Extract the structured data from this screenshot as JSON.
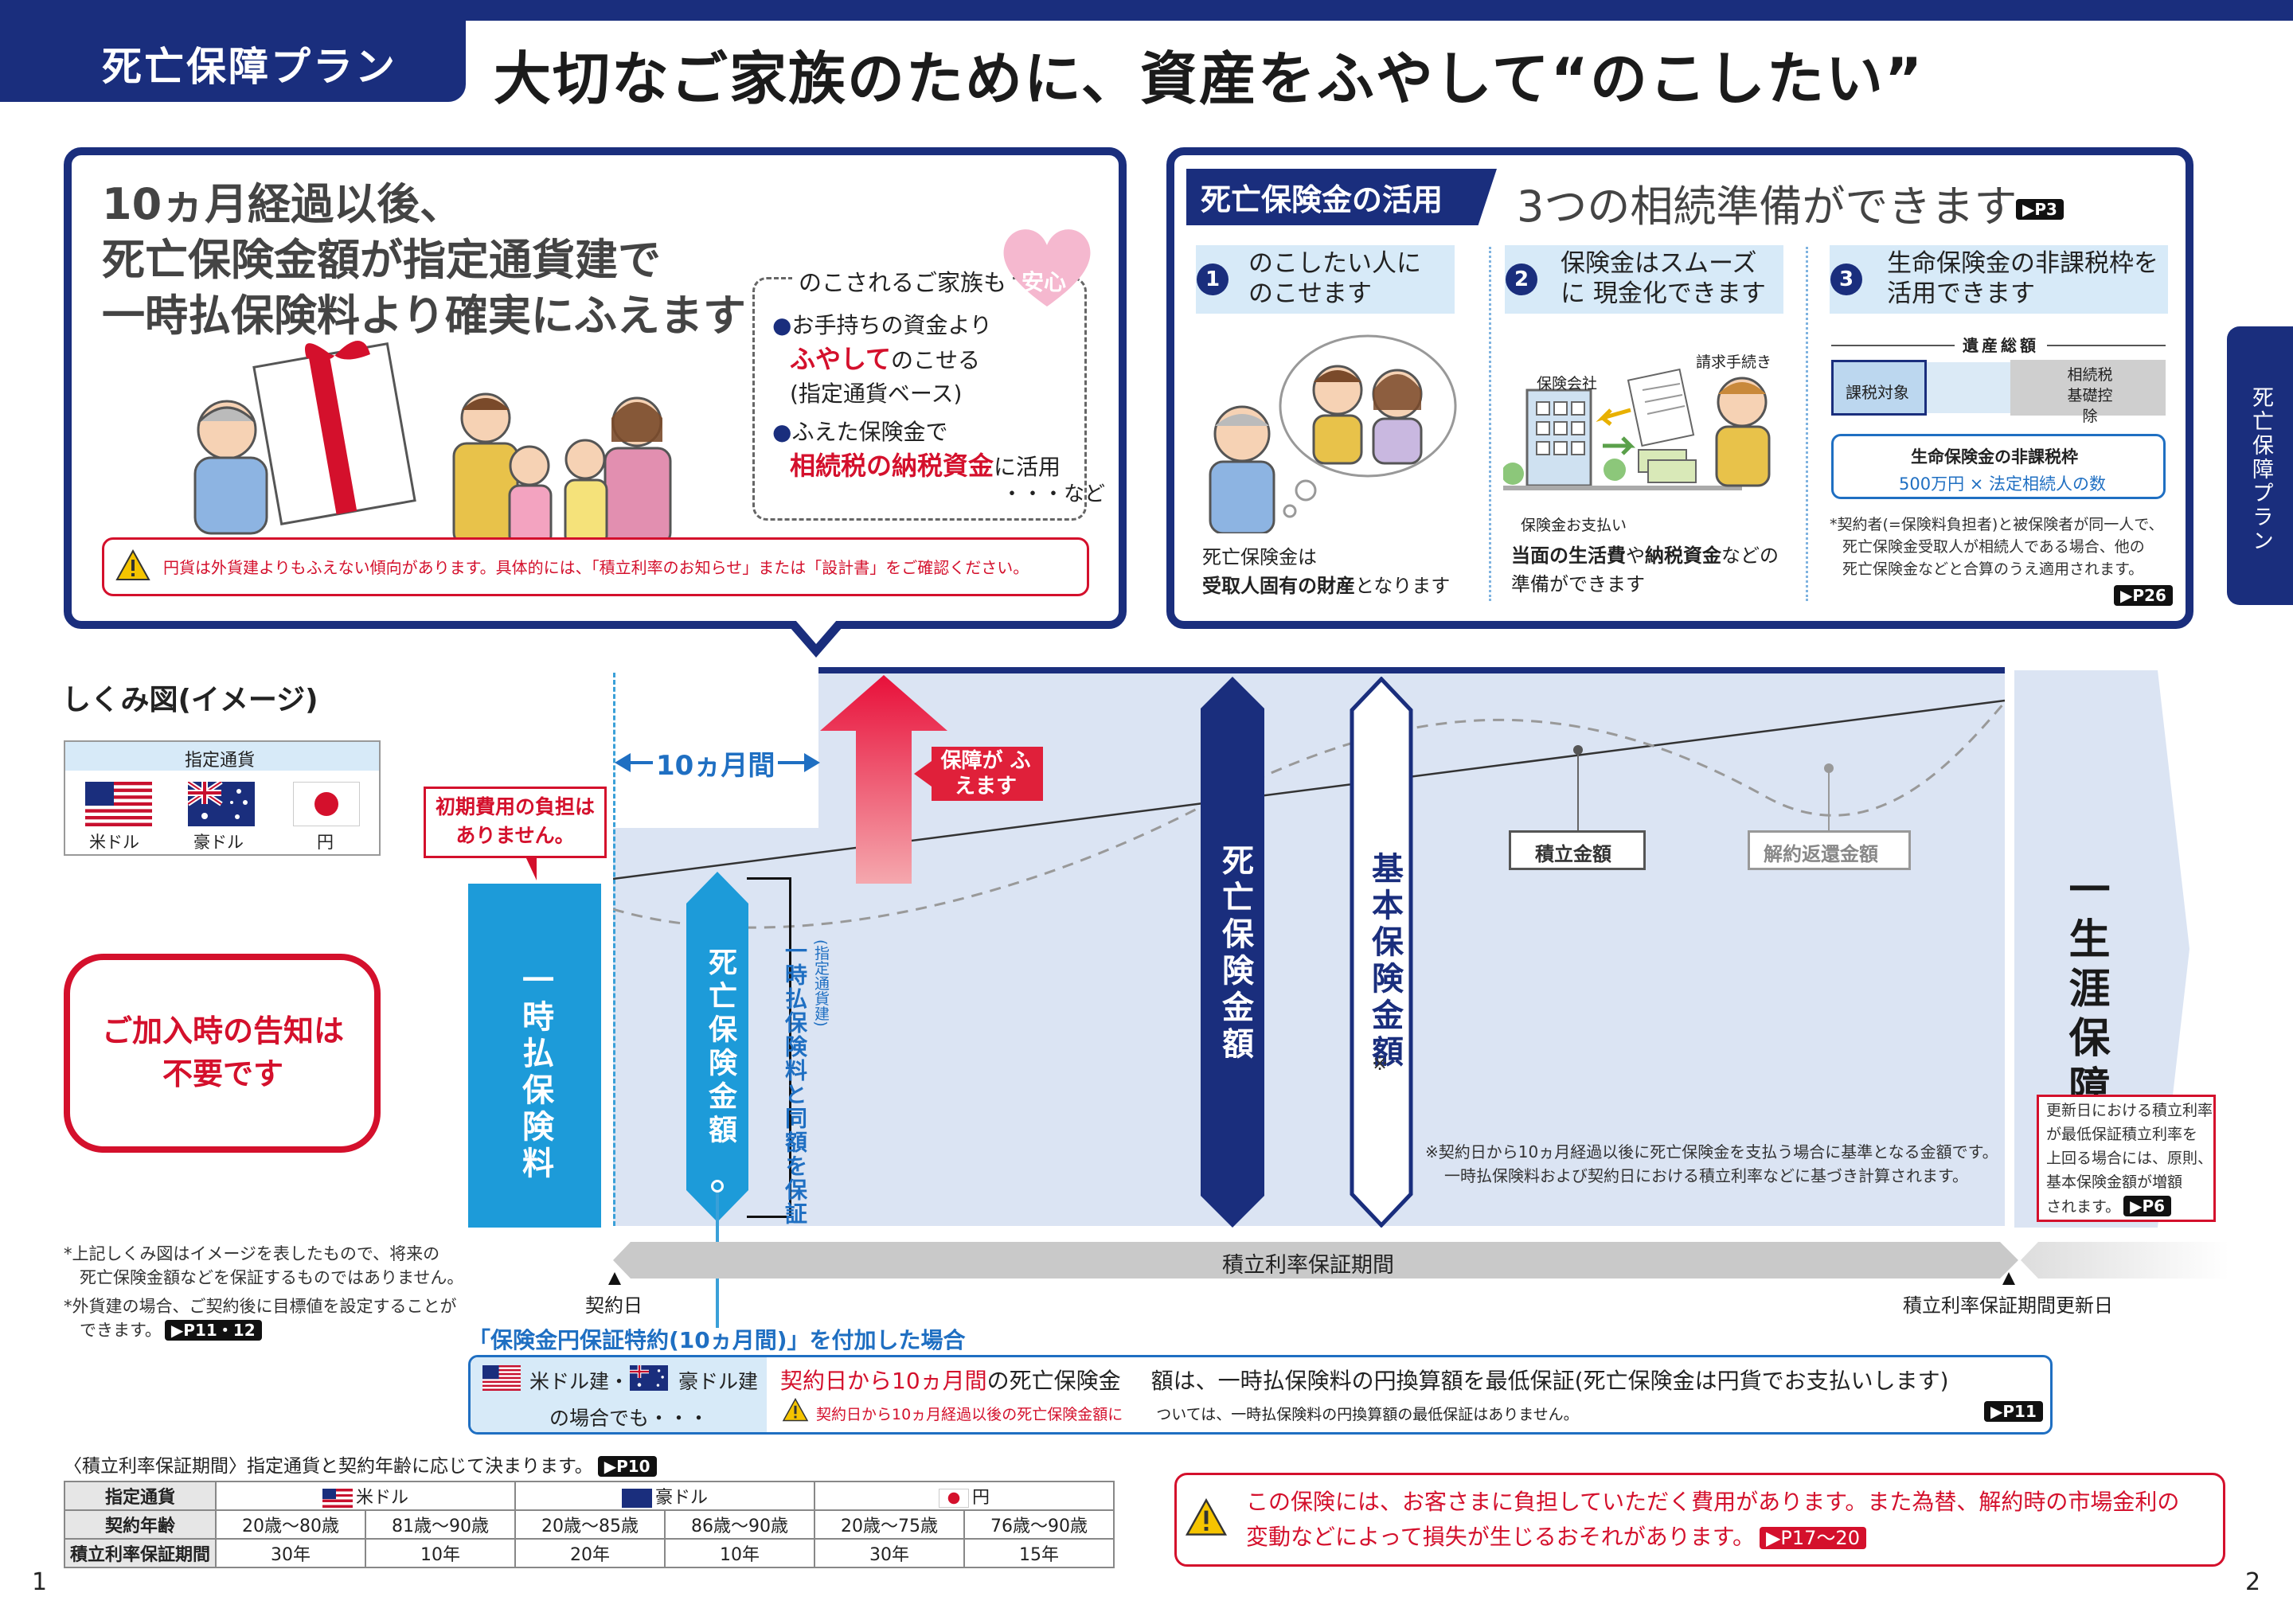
{
  "header": {
    "plan_label": "死亡保障プラン",
    "headline": "大切なご家族のために、資産をふやして“のこしたい”"
  },
  "left_panel": {
    "title_lines": [
      "10ヵ月経過以後、",
      "死亡保険金額が指定通貨建で",
      "一時払保険料より確実にふえます"
    ],
    "family_box": {
      "title": "のこされるご家族も",
      "heart": "安心",
      "b1_pre": "お手持ちの資金より",
      "b1_red": "ふやして",
      "b1_post": "のこせる",
      "b1_note": "(指定通貨ベース)",
      "b2_pre": "ふえた保険金で",
      "b2_red": "相続税の納税資金",
      "b2_post": "に活用",
      "etc": "・・・など"
    },
    "warning": "円貨は外貨建よりもふえない傾向があります。具体的には、「積立利率のお知らせ」または「設計書」をご確認ください。"
  },
  "right_panel": {
    "head": "死亡保険金の活用",
    "title": "3つの相続準備ができます",
    "page_ref": "▶P3",
    "items": [
      {
        "num": "1",
        "label": "のこしたい人に のこせます",
        "caption_pre": "死亡保険金は",
        "caption_bold": "受取人固有の財産",
        "caption_post": "となります"
      },
      {
        "num": "2",
        "label": "保険金はスムーズに 現金化できます",
        "caption_bold1": "当面の生活費",
        "caption_mid": "や",
        "caption_bold2": "納税資金",
        "caption_post": "などの",
        "caption_line2": "準備ができます",
        "ill_company": "保険会社",
        "ill_form": "請求手続き",
        "ill_pay": "保険金お支払い"
      },
      {
        "num": "3",
        "label": "生命保険金の非課税枠を 活用できます",
        "asset_total": "遺産総額",
        "taxable": "課税対象",
        "basic": "相続税基礎控除",
        "exempt_title": "生命保険金の非課税枠",
        "exempt_value": "500万円 × 法定相続人の数"
      }
    ],
    "note_lines": [
      "*契約者(=保険料負担者)と被保険者が同一人で、",
      "死亡保険金受取人が相続人である場合、他の",
      "死亡保険金などと合算のうえ適用されます。"
    ],
    "note_ref": "▶P26"
  },
  "side_tab": "死亡保障プラン",
  "diagram": {
    "title": "しくみ図(イメージ)",
    "currency_title": "指定通貨",
    "currencies": [
      "米ドル",
      "豪ドル",
      "円"
    ],
    "initial_cost": "初期費用の負担は ありません。",
    "ten_months": "10ヵ月間",
    "increase": "保障が ふえます",
    "premium": "一時払保険料",
    "death_amt_small": "死亡保険金額",
    "guarantee_note_small": "(指定通貨建)",
    "guarantee_note": "一時払保険料と同額を保証",
    "death_amt": "死亡保険金額",
    "base_amt": "基本保険金額",
    "base_mark": "※",
    "accum": "積立金額",
    "surrender": "解約返還金額",
    "lifetime": "一生涯保障",
    "base_note_lines": [
      "※契約日から10ヵ月経過以後に死亡保険金を支払う場合に基準となる金額です。",
      "一時払保険料および契約日における積立利率などに基づき計算されます。"
    ],
    "increase_note_lines": [
      "更新日における積立利率",
      "が最低保証積立利率を",
      "上回る場合には、原則、",
      "基本保険金額が増額",
      "されます。"
    ],
    "increase_ref": "▶P6",
    "period": "積立利率保証期間",
    "contract_day": "契約日",
    "renewal_day": "積立利率保証期間更新日",
    "notify": "ご加入時の告知は 不要です",
    "notes_left": [
      "*上記しくみ図はイメージを表したもので、将来の",
      "死亡保険金額などを保証するものではありません。",
      "*外貨建の場合、ご契約後に目標値を設定することが",
      "できます。"
    ],
    "notes_left_ref": "▶P11・12"
  },
  "rider": {
    "title": "「保険金円保証特約(10ヵ月間)」を付加した場合",
    "left1": "米ドル建・",
    "left2": "豪ドル建",
    "left3": "の場合でも・・・",
    "main_red": "契約日から10ヵ月間",
    "main_mid": "の死亡保険金",
    "main_rest": "額は、一時払保険料の円換算額を最低保証(死亡保険金は円貨でお支払いします)",
    "sub_red": "契約日から10ヵ月経過以後",
    "sub_pre": "の死亡保険金額に",
    "sub_rest": "ついては、一時払保険料の円換算額の最低保証はありません。",
    "ref": "▶P11"
  },
  "rate_table": {
    "title": "〈積立利率保証期間〉指定通貨と契約年齢に応じて決まります。",
    "ref": "▶P10",
    "row_heads": [
      "指定通貨",
      "契約年齢",
      "積立利率保証期間"
    ],
    "currencies": [
      "米ドル",
      "豪ドル",
      "円"
    ],
    "ages": [
      "20歳〜80歳",
      "81歳〜90歳",
      "20歳〜85歳",
      "86歳〜90歳",
      "20歳〜75歳",
      "76歳〜90歳"
    ],
    "periods": [
      "30年",
      "10年",
      "20年",
      "10年",
      "30年",
      "15年"
    ]
  },
  "risk": {
    "line1": "この保険には、お客さまに負担していただく費用があります。また為替、解約時の市場金利の",
    "line2": "変動などによって損失が生じるおそれがあります。",
    "ref": "▶P17〜20"
  },
  "pages": {
    "left": "1",
    "right": "2"
  }
}
